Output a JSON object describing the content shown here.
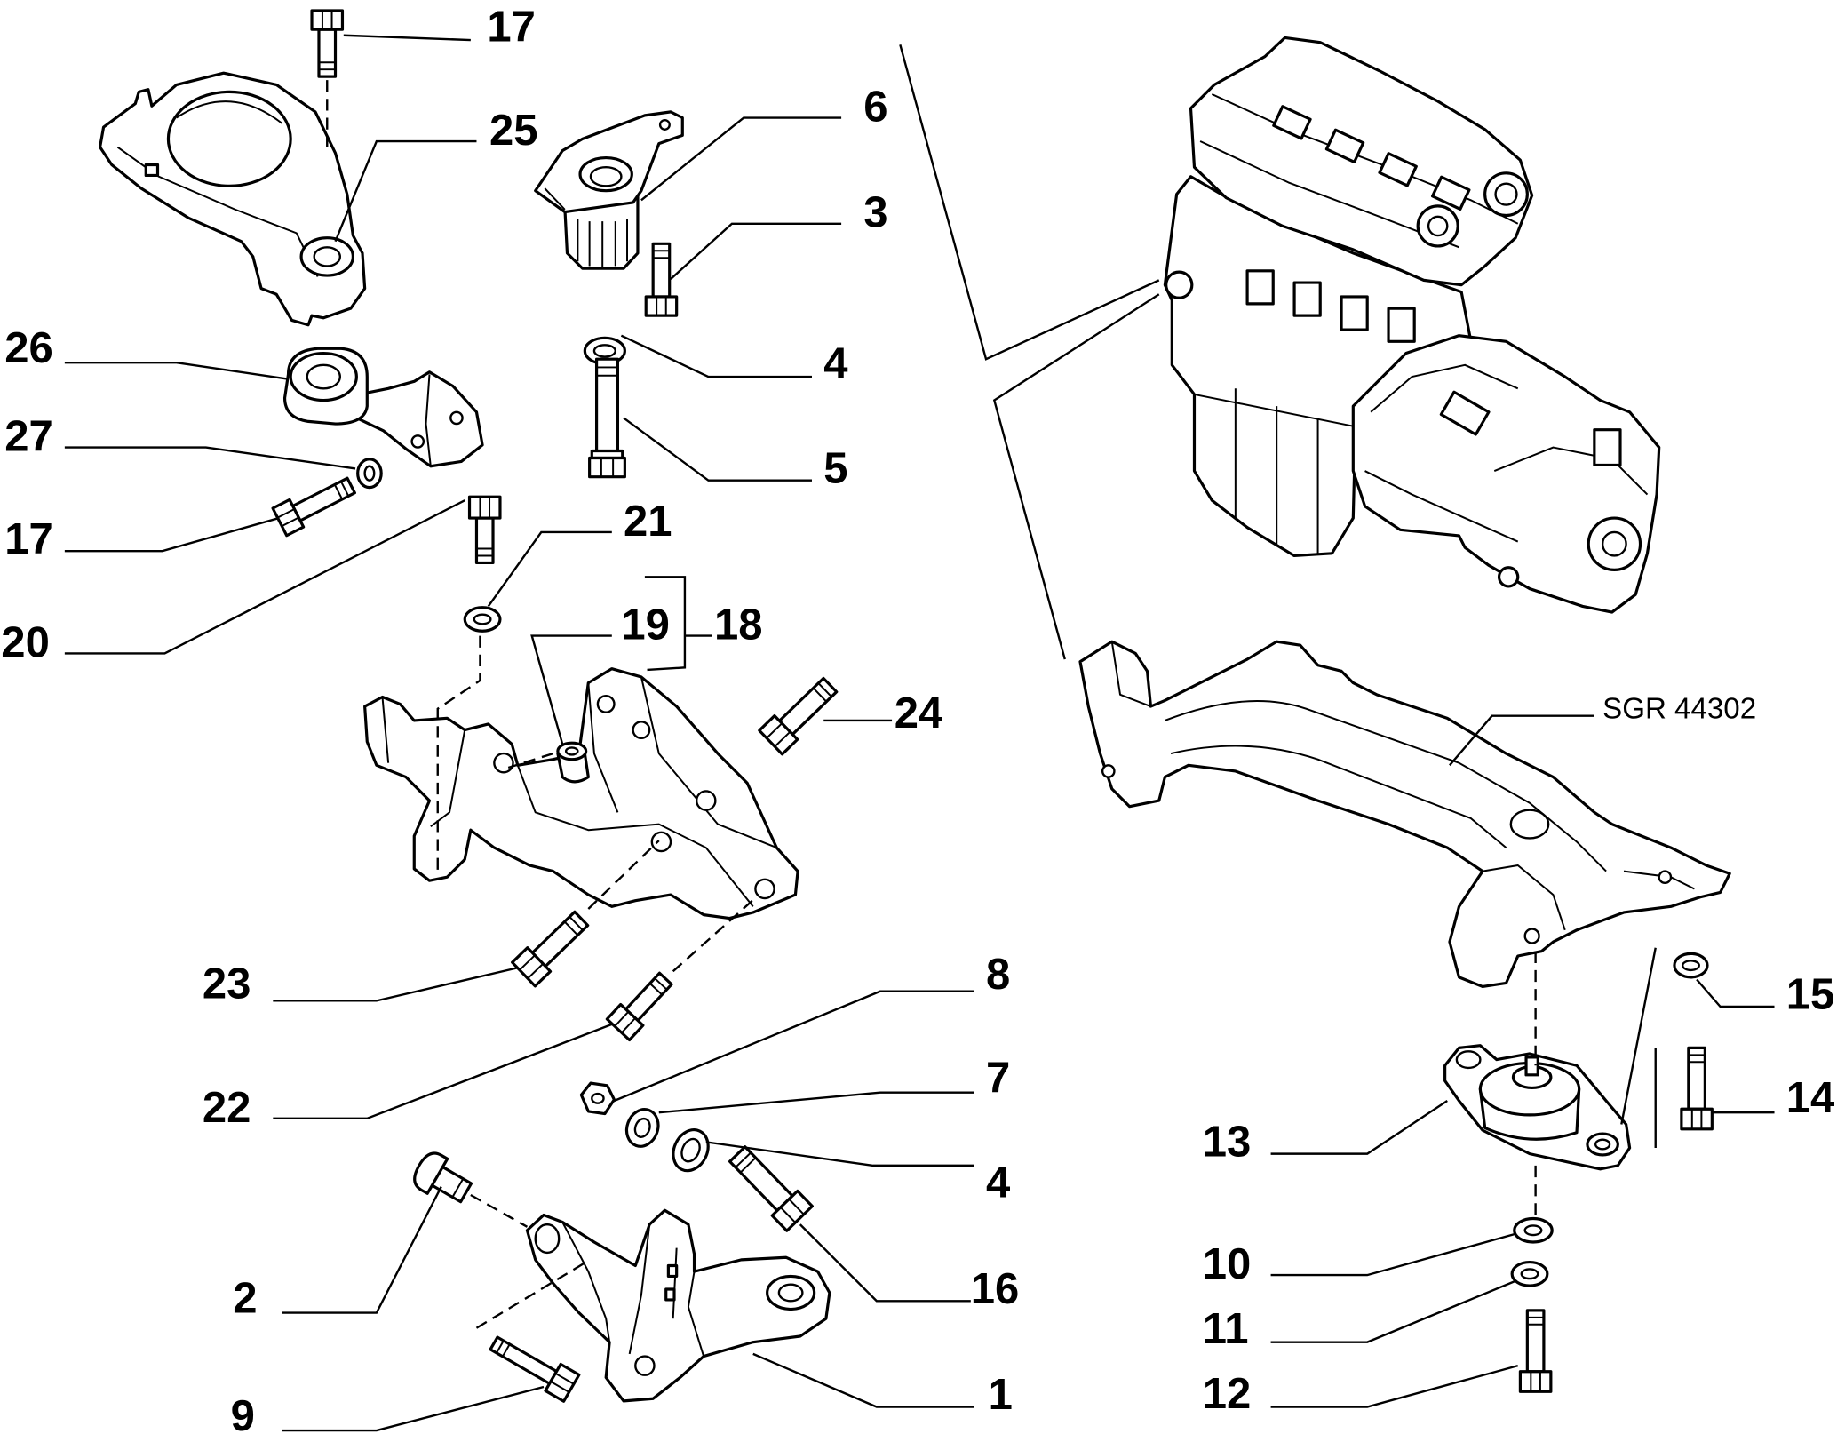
{
  "diagram": {
    "reference_code": "SGR 44302",
    "callouts": [
      "17",
      "25",
      "6",
      "3",
      "4",
      "5",
      "26",
      "27",
      "17",
      "20",
      "21",
      "19",
      "18",
      "24",
      "23",
      "22",
      "8",
      "7",
      "4",
      "16",
      "2",
      "9",
      "1",
      "15",
      "14",
      "13",
      "10",
      "11",
      "12"
    ]
  }
}
